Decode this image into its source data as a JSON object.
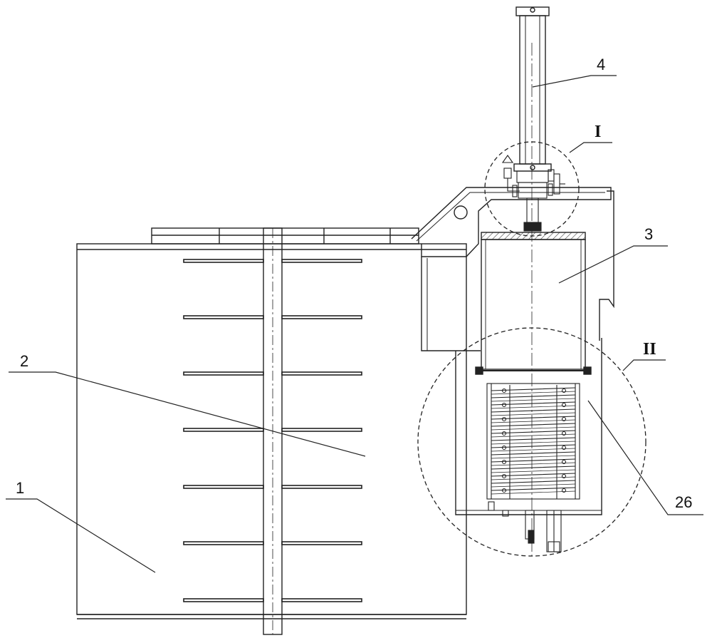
{
  "labels": {
    "l1": "1",
    "l2": "2",
    "l3": "3",
    "l4": "4",
    "l26": "26",
    "detail1": "I",
    "detail2": "II"
  },
  "colors": {
    "line": "#222222",
    "hatch": "#444444"
  }
}
